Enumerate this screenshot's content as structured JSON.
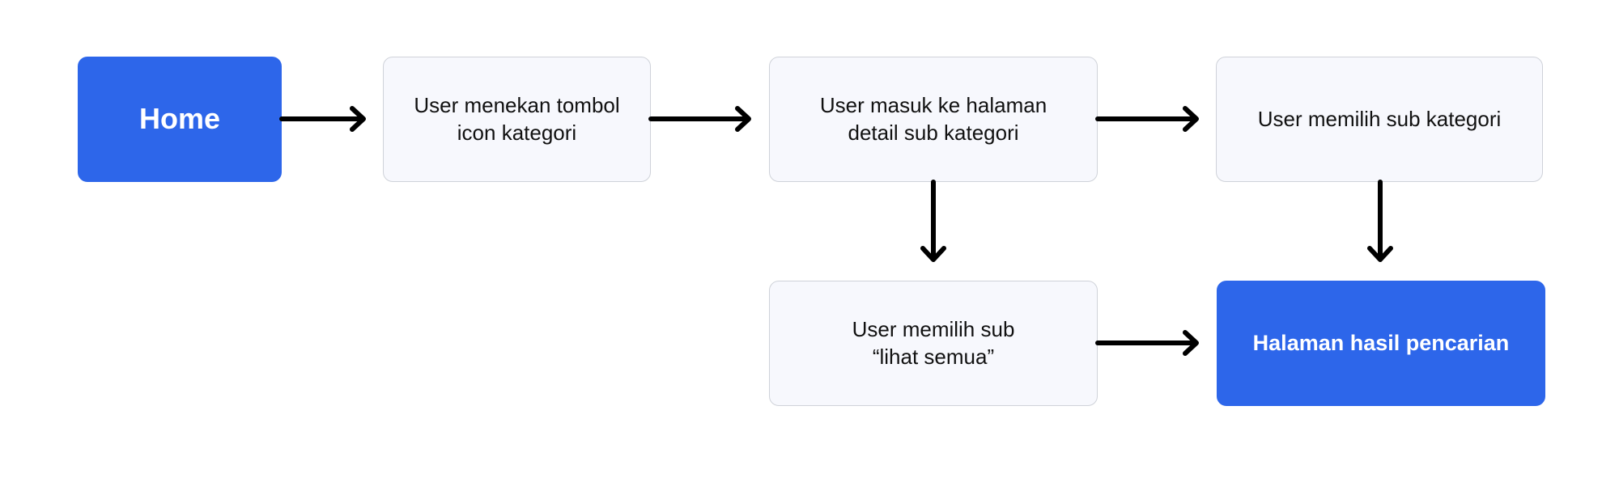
{
  "diagram": {
    "nodes": {
      "home": "Home",
      "tap_category_icon": "User menekan tombol\nicon kategori",
      "sub_category_detail": "User masuk ke halaman\ndetail sub kategori",
      "choose_sub_category": "User memilih sub kategori",
      "choose_see_all": "User memilih sub\n“lihat semua”",
      "search_results": "Halaman hasil pencarian"
    },
    "edges": [
      [
        "home",
        "tap_category_icon"
      ],
      [
        "tap_category_icon",
        "sub_category_detail"
      ],
      [
        "sub_category_detail",
        "choose_sub_category"
      ],
      [
        "sub_category_detail",
        "choose_see_all"
      ],
      [
        "choose_sub_category",
        "search_results"
      ],
      [
        "choose_see_all",
        "search_results"
      ]
    ]
  },
  "colors": {
    "primary": "#2d66ea",
    "step_fill": "#f7f8fd",
    "step_border": "#cfd2d9",
    "arrow": "#000000"
  }
}
